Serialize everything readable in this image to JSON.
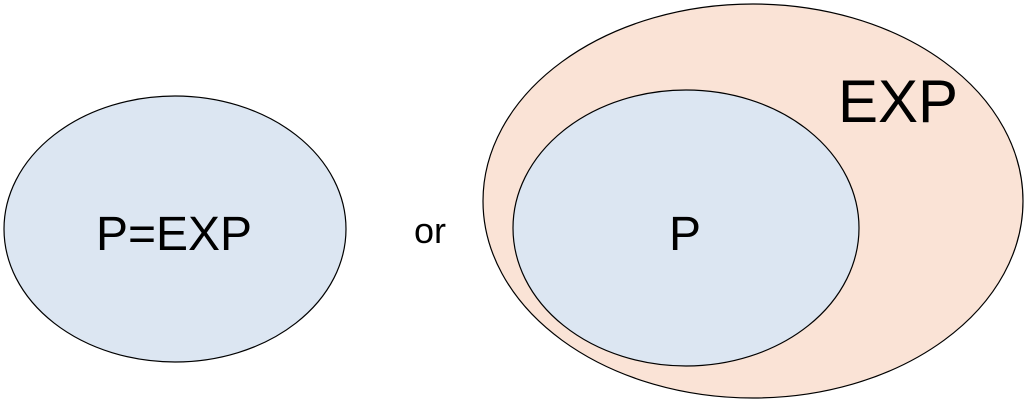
{
  "diagram": {
    "left_set": {
      "label": "P=EXP",
      "fill": "#dce6f2"
    },
    "connector": {
      "label": "or"
    },
    "right_outer_set": {
      "label": "EXP",
      "fill": "#fae3d6"
    },
    "right_inner_set": {
      "label": "P",
      "fill": "#dce6f2"
    },
    "stroke": "#000000"
  }
}
